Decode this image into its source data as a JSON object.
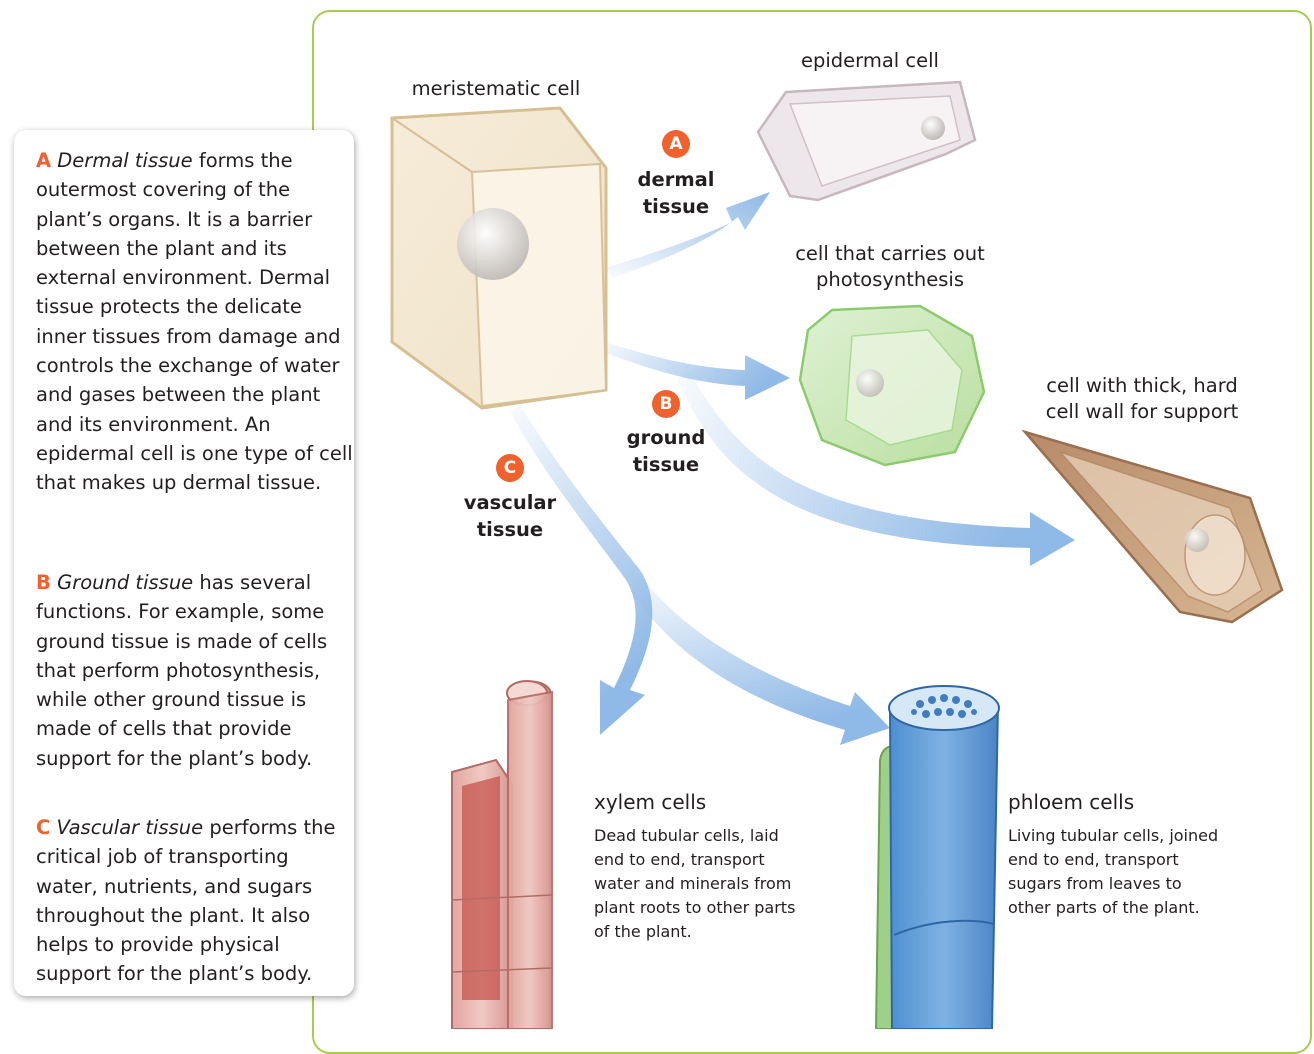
{
  "sidebar": {
    "dermal": {
      "letter": "A",
      "term": "Dermal tissue",
      "text": " forms the outermost covering of the plant’s organs. It is a barrier between the plant and its external environment. Dermal tissue protects the delicate inner tissues from damage and controls the exchange of water and gases between the plant and its environment. An epidermal cell is one type of cell that makes up dermal tissue."
    },
    "ground": {
      "letter": "B",
      "term": "Ground tissue",
      "text": " has several functions. For example, some ground tissue is made of cells that perform photosynthesis, while other ground tissue is made of cells that provide support for the plant’s body."
    },
    "vascular": {
      "letter": "C",
      "term": "Vascular tissue",
      "text": " performs the critical job of transporting water, nutrients, and sugars throughout the plant. It also helps to provide physical support for the plant’s body."
    }
  },
  "diagram": {
    "meristematic_label": "meristematic cell",
    "epidermal_label": "epidermal cell",
    "photosynthesis_label_1": "cell that carries out",
    "photosynthesis_label_2": "photosynthesis",
    "support_label_1": "cell with thick, hard",
    "support_label_2": "cell wall for support",
    "dermal": {
      "badge": "A",
      "line1": "dermal",
      "line2": "tissue"
    },
    "ground": {
      "badge": "B",
      "line1": "ground",
      "line2": "tissue"
    },
    "vascular": {
      "badge": "C",
      "line1": "vascular",
      "line2": "tissue"
    },
    "xylem": {
      "title": "xylem cells",
      "desc": [
        "Dead tubular cells, laid",
        "end to end, transport",
        "water and minerals from",
        "plant roots to other parts",
        "of the plant."
      ]
    },
    "phloem": {
      "title": "phloem cells",
      "desc": [
        "Living tubular cells, joined",
        "end to end, transport",
        "sugars from leaves to",
        "other parts of the plant."
      ]
    },
    "colors": {
      "frame": "#a7cc4f",
      "badge": "#f0622d",
      "arrow": "#8fb9e6"
    }
  }
}
